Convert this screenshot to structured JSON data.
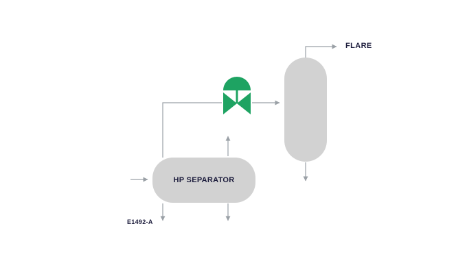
{
  "diagram": {
    "labels": {
      "flare": "FLARE",
      "separator": "HP SEPARATOR",
      "drawing_ref": "E1492-A"
    },
    "colors": {
      "vessel": "#d2d2d2",
      "valve": "#1ea362",
      "line": "#9aa0a6",
      "text": "#1c1c3c",
      "background": "#ffffff"
    }
  }
}
